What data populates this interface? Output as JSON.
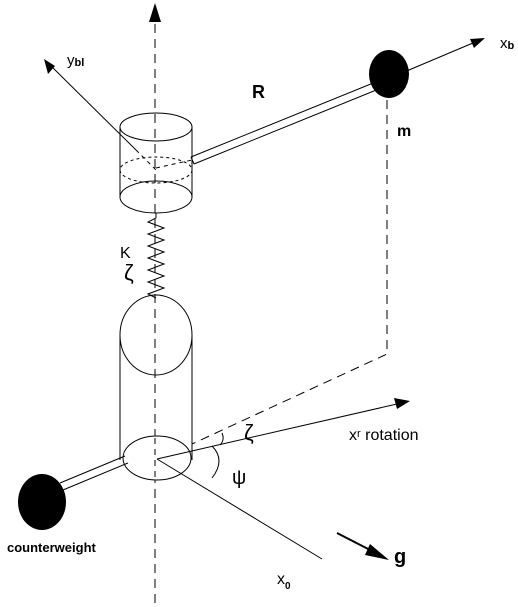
{
  "diagram": {
    "labels": {
      "y_axis": "y",
      "y_axis_sub": "bl",
      "x_axis": "x",
      "x_axis_sub": "b",
      "arm_length": "R",
      "mass": "m",
      "spring_stiffness": "K",
      "spring_angle": "ζ",
      "rotation_axis": "x",
      "rotation_axis_sub": "r",
      "rotation_word": "rotation",
      "lag_angle": "ζ",
      "azimuth_angle": "ψ",
      "reference_axis": "x",
      "reference_axis_sub": "0",
      "gravity": "g",
      "counterweight": "counterweight"
    },
    "colors": {
      "stroke": "#000000",
      "fill_mass": "#000000",
      "background": "#ffffff"
    }
  }
}
